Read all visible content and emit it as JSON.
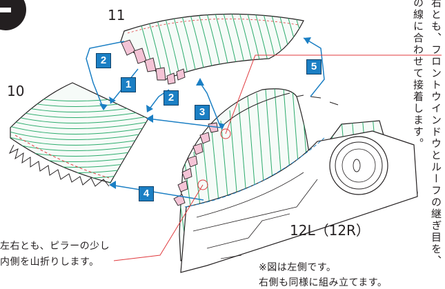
{
  "parts": {
    "roof": "11",
    "windshield": "10",
    "side_body": "12L（12R）"
  },
  "steps": [
    "1",
    "2",
    "2",
    "3",
    "4",
    "5"
  ],
  "notes": {
    "pillar_fold": [
      "左右とも、ピラーの少し",
      "内側を山折りします。"
    ],
    "figure_note": [
      "※図は左側です。",
      "右側も同様に組み立てます。"
    ],
    "vertical_text": [
      "右とも、フロントウインドウとルーフの継ぎ目を、",
      "の線に合わせて接着します。"
    ]
  },
  "colors": {
    "step_box": "#1b7fc4",
    "hatch_green": "#2bab6c",
    "tab_pink": "#f4c4d6",
    "leader_red": "#e03a3e"
  }
}
